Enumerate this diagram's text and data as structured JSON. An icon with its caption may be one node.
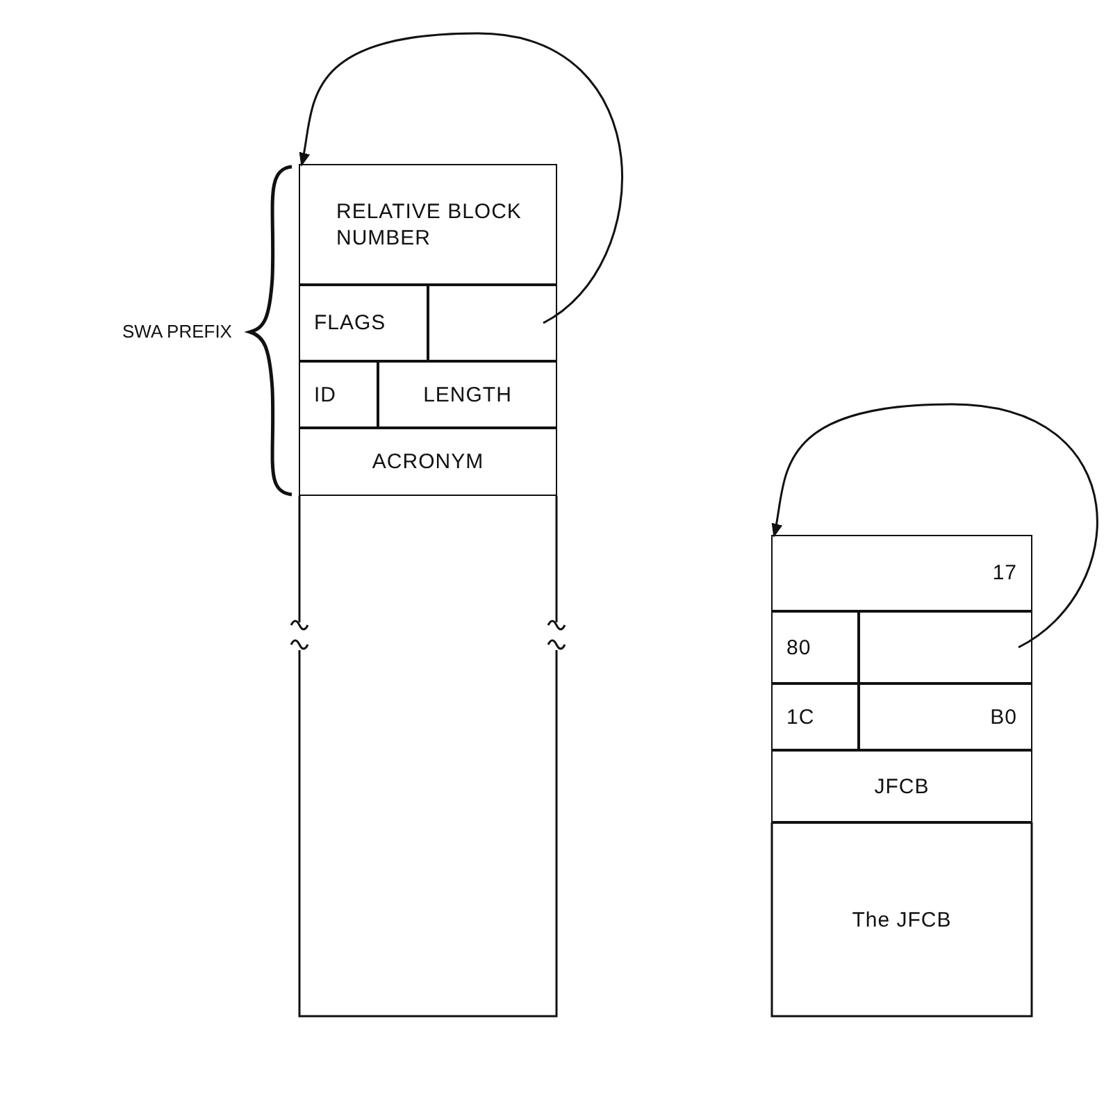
{
  "diagram": {
    "nodes": [
      {
        "text": [],
        "shape": "box"
      },
      {
        "text": [
          "RELATIVE BLOCK NUMBER"
        ],
        "in": 0
      },
      {
        "text": [
          "FLAGS"
        ],
        "in": 0
      },
      {
        "text": [],
        "shape": "box",
        "in": 0
      },
      {
        "text": [
          "ID"
        ],
        "in": 0
      },
      {
        "text": [
          "LENGTH"
        ],
        "in": 0
      },
      {
        "text": [
          "ACRONYM"
        ],
        "in": 0
      },
      {
        "text": [],
        "shape": "box"
      },
      {
        "text": [
          "17"
        ],
        "in": 7
      },
      {
        "text": [
          "80"
        ],
        "in": 7
      },
      {
        "text": [],
        "shape": "box",
        "in": 7
      },
      {
        "text": [
          "1C"
        ],
        "in": 7
      },
      {
        "text": [
          "B0"
        ],
        "in": 7
      },
      {
        "text": [
          "JFCB"
        ],
        "in": 7
      },
      {
        "text": [
          "The JFCB"
        ],
        "in": 7
      }
    ],
    "edges": [
      {
        "from": 3,
        "to": 1,
        "arrow": "to"
      },
      {
        "from": 10,
        "to": 8,
        "arrow": "to"
      }
    ],
    "labels": [
      "SWA PREFIX"
    ]
  }
}
